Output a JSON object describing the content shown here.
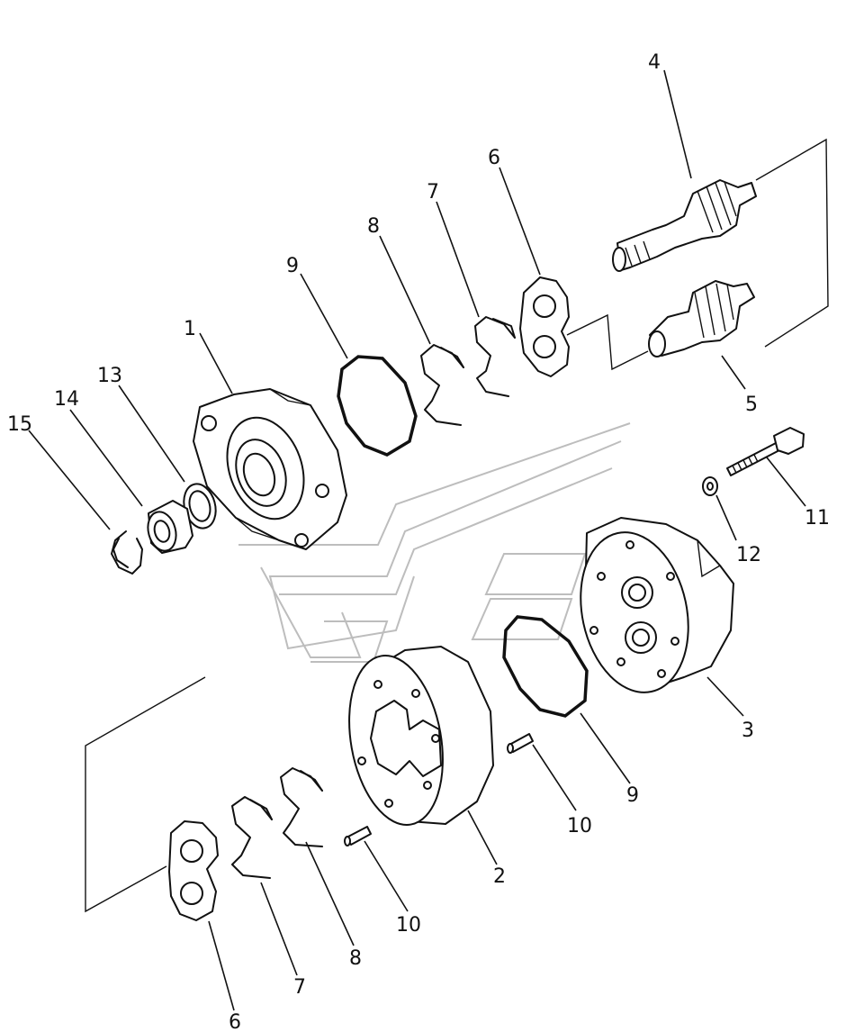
{
  "labels": {
    "p1": "1",
    "p2": "2",
    "p3": "3",
    "p4": "4",
    "p5": "5",
    "p6a": "6",
    "p6b": "6",
    "p7a": "7",
    "p7b": "7",
    "p8a": "8",
    "p8b": "8",
    "p9a": "9",
    "p9b": "9",
    "p10a": "10",
    "p10b": "10",
    "p11": "11",
    "p12": "12",
    "p13": "13",
    "p14": "14",
    "p15": "15"
  }
}
